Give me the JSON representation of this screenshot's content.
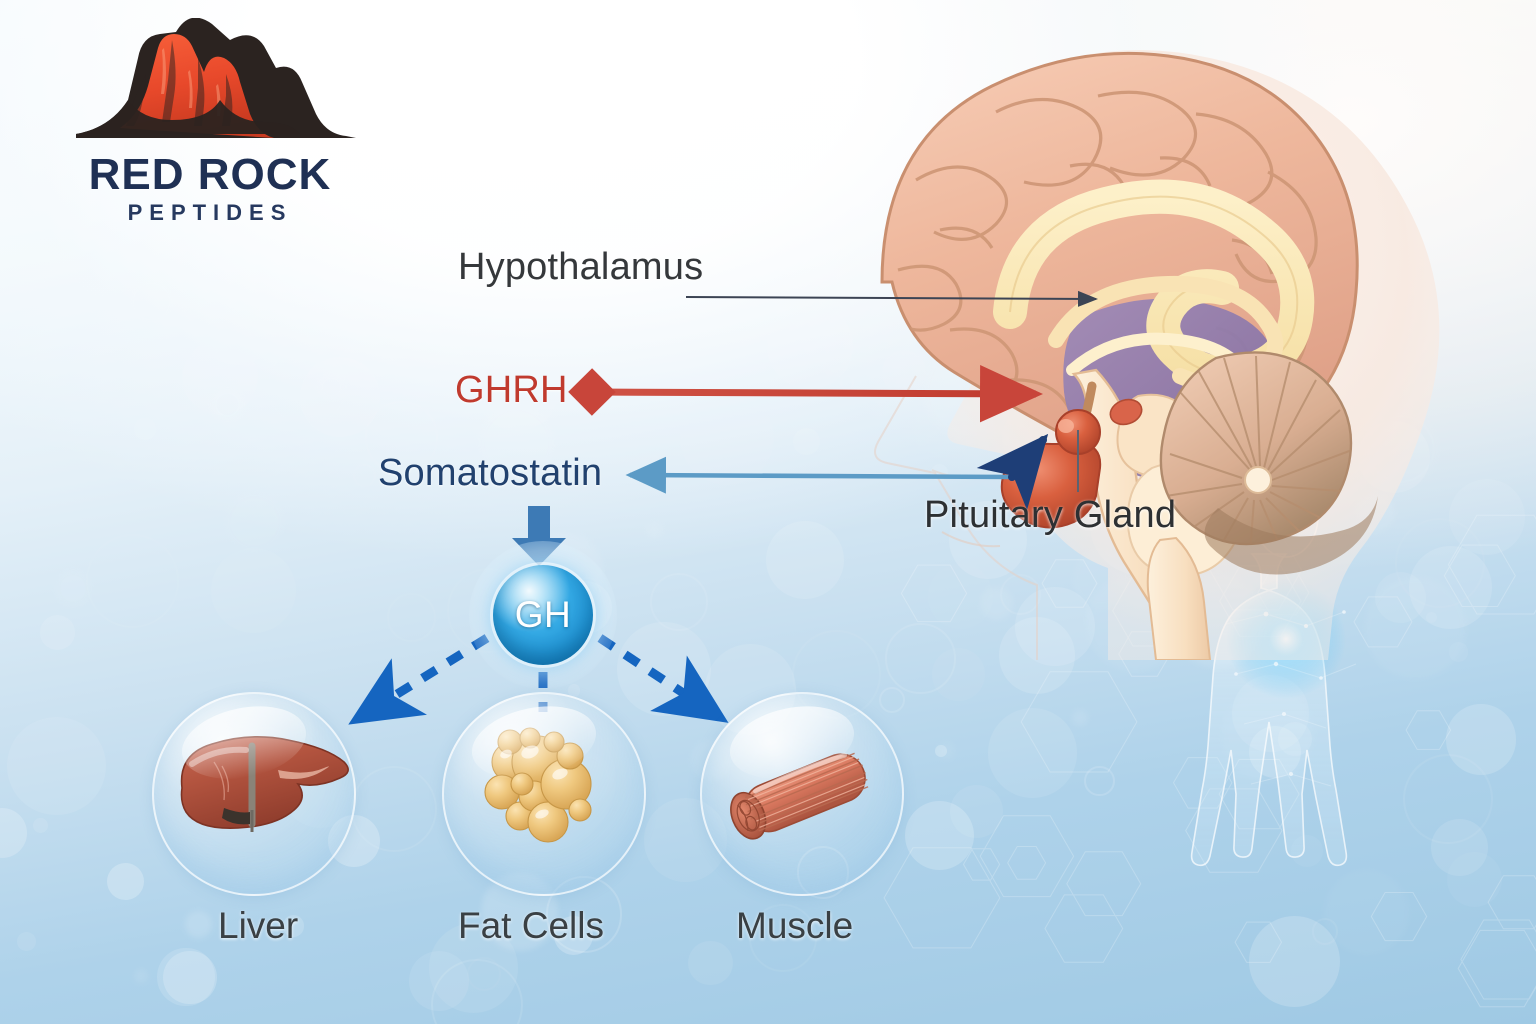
{
  "brand": {
    "name": "RED ROCK",
    "tagline": "PEPTIDES",
    "logo_icon": "red-rock-butte-icon",
    "rock_color": "#E8492B",
    "rock_shadow_color": "#2B2320",
    "wordmark_color": "#1F3054"
  },
  "diagram": {
    "title_labels": {
      "hypothalamus": "Hypothalamus",
      "ghrh": "GHRH",
      "somatostatin": "Somatostatin",
      "pituitary": "Pituitary Gland"
    },
    "hormone_node": {
      "label": "GH",
      "shape": "sphere",
      "color": "#2EA3E0"
    },
    "targets": [
      {
        "id": "liver",
        "label": "Liver",
        "icon": "liver-organ-icon",
        "color": "#B3543F"
      },
      {
        "id": "fat",
        "label": "Fat Cells",
        "icon": "fat-cell-cluster-icon",
        "color": "#E6B65C"
      },
      {
        "id": "muscle",
        "label": "Muscle",
        "icon": "muscle-fiber-icon",
        "color": "#D9785F"
      }
    ],
    "connectors": [
      {
        "id": "hypothalamus-pointer",
        "from": "Hypothalamus",
        "to": "hypothalamus region",
        "style": "thin-line-arrow",
        "color": "#3c4454"
      },
      {
        "id": "ghrh-arrow",
        "from": "GHRH",
        "to": "Pituitary Gland",
        "style": "solid-arrow",
        "color": "#C8453A"
      },
      {
        "id": "somatostatin-arrow",
        "from": "Pituitary Gland",
        "to": "Somatostatin",
        "style": "solid-arrow",
        "color": "#5C9BC6"
      },
      {
        "id": "feedback-arrow",
        "from": "Somatostatin",
        "to": "Pituitary Gland",
        "style": "solid-arrow",
        "color": "#1E3E77"
      },
      {
        "id": "release-arrow",
        "from": "Somatostatin",
        "to": "GH",
        "style": "thick-down-arrow",
        "color": "#3D7AB5"
      },
      {
        "id": "gh-to-liver",
        "from": "GH",
        "to": "Liver",
        "style": "dashed-arrow",
        "color": "#1565C0"
      },
      {
        "id": "gh-to-fat",
        "from": "GH",
        "to": "Fat Cells",
        "style": "dashed-arrow",
        "color": "#1565C0"
      },
      {
        "id": "gh-to-muscle",
        "from": "GH",
        "to": "Muscle",
        "style": "dashed-arrow",
        "color": "#1565C0"
      }
    ],
    "anatomy": {
      "head_silhouette": "human-head-profile-icon",
      "brain": "brain-sagittal-section-icon",
      "body": "human-body-silhouette-icon"
    }
  },
  "palette": {
    "background_top": "#FDFEFE",
    "background_bottom": "#9FC9E4",
    "accent_red": "#C03A2E",
    "accent_navy": "#21416E",
    "accent_blue": "#1565C0",
    "text_dark": "#35383B"
  }
}
